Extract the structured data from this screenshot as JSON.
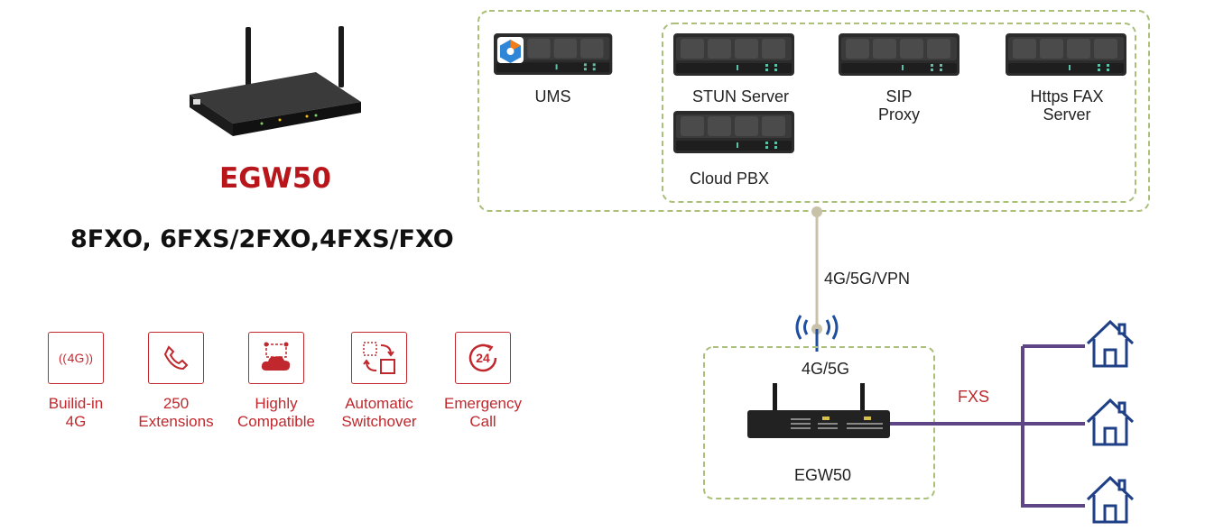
{
  "product": {
    "title": "EGW50",
    "subtitle": "8FXO, 6FXS/2FXO,4FXS/FXO"
  },
  "features": [
    {
      "label": "Builid-in\n4G",
      "icon": "4g-signal-icon",
      "icon_text": "4G"
    },
    {
      "label": "250\nExtensions",
      "icon": "phone-icon"
    },
    {
      "label": "Highly\nCompatible",
      "icon": "cloud-network-icon"
    },
    {
      "label": "Automatic\nSwitchover",
      "icon": "switchover-icon"
    },
    {
      "label": "Emergency\nCall",
      "icon": "emergency-24-icon",
      "icon_text": "24"
    }
  ],
  "cloud_servers": {
    "ums": "UMS",
    "stun": "STUN Server",
    "sip": "SIP\nProxy",
    "fax": "Https FAX\nServer",
    "pbx": "Cloud PBX"
  },
  "network": {
    "link_label": "4G/5G/VPN",
    "antenna_label": "4G/5G",
    "gateway_label": "EGW50",
    "fxs_label": "FXS"
  },
  "colors": {
    "accent_red": "#c0282d",
    "dashed_green": "#a9bf7a",
    "fxs_purple": "#5e4585",
    "house_blue": "#1f3f86"
  }
}
